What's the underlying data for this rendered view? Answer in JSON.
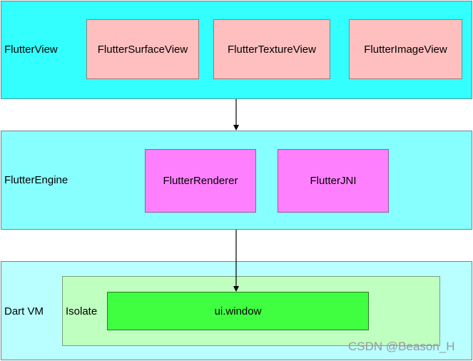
{
  "layers": {
    "flutter_view": {
      "label": "FlutterView",
      "components": [
        "FlutterSurfaceView",
        "FlutterTextureView",
        "FlutterImageView"
      ]
    },
    "flutter_engine": {
      "label": "FlutterEngine",
      "components": [
        "FlutterRenderer",
        "FlutterJNI"
      ]
    },
    "dart_vm": {
      "label": "Dart VM",
      "isolate": {
        "label": "Isolate",
        "component": "ui.window"
      }
    }
  },
  "colors": {
    "flutter_view_bg": "#33ffff",
    "flutter_engine_bg": "#88ffff",
    "dart_vm_bg": "#b9ffff",
    "view_component": "#ffbfbf",
    "engine_component": "#ff80ff",
    "isolate_bg": "#bfffbf",
    "ui_window": "#40ff40"
  },
  "watermark": "CSDN @Beason_H"
}
